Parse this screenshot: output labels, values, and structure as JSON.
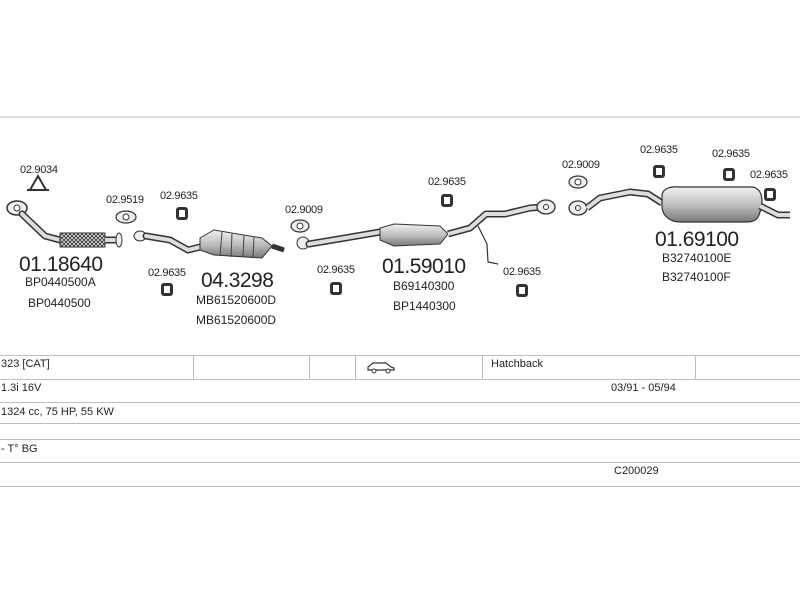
{
  "parts": {
    "p1": {
      "number": "01.18640",
      "codes": [
        "BP0440500A",
        "BP0440500"
      ]
    },
    "p2": {
      "number": "04.3298",
      "codes": [
        "MB61520600D",
        "MB61520600D"
      ]
    },
    "p3": {
      "number": "01.59010",
      "codes": [
        "B69140300",
        "BP1440300"
      ]
    },
    "p4": {
      "number": "01.69100",
      "codes": [
        "B32740100E",
        "B32740100F"
      ]
    }
  },
  "accessories": {
    "a1": "02.9034",
    "a2": "02.9519",
    "a3": "02.9635",
    "a4": "02.9635",
    "a5": "02.9009",
    "a6": "02.9635",
    "a7": "02.9635",
    "a8": "02.9635",
    "a9": "02.9009",
    "a10": "02.9635",
    "a11": "02.9635",
    "a12": "02.9635"
  },
  "vehicle": {
    "model": "323  [CAT]",
    "body": "Hatchback",
    "engine": "1.3i 16V",
    "years": "03/91 - 05/94",
    "specs": "1324 cc, 75 HP, 55 KW",
    "note": "- T° BG",
    "code": "C200029",
    "icon": "car-icon"
  },
  "colors": {
    "line": "#bdbdbd",
    "ink": "#222222",
    "part": "#555555"
  }
}
